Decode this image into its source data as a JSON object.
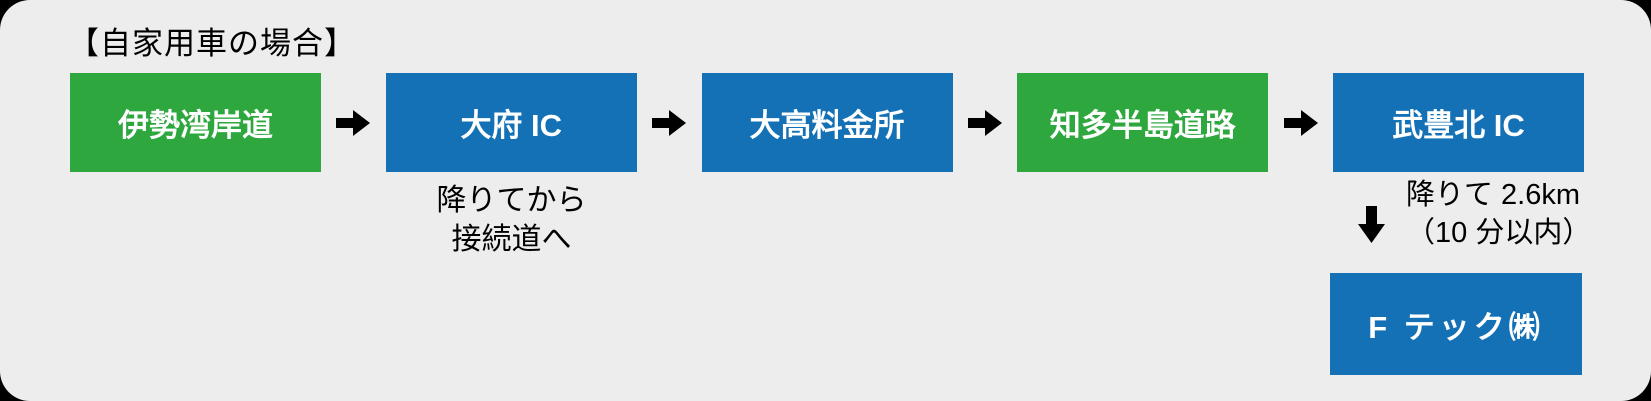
{
  "title": "【自家用車の場合】",
  "steps": [
    {
      "label": "伊勢湾岸道",
      "color": "green"
    },
    {
      "label": "大府 IC",
      "color": "blue",
      "note_lines": [
        "降りてから",
        "接続道へ"
      ]
    },
    {
      "label": "大高料金所",
      "color": "blue"
    },
    {
      "label": "知多半島道路",
      "color": "green"
    },
    {
      "label": "武豊北 IC",
      "color": "blue",
      "note_lines": [
        "降りて 2.6km",
        "（10 分以内）"
      ]
    }
  ],
  "destination": {
    "label": "F テック㈱",
    "color": "blue"
  },
  "icons": {
    "right_arrow": "right-arrow",
    "down_arrow": "down-arrow"
  },
  "colors": {
    "page_bg": "#000000",
    "panel_bg": "#EDEDEE",
    "green": "#2EA73F",
    "blue": "#1471B6",
    "box_text": "#FFFFFF",
    "text": "#000000",
    "arrow": "#000000"
  }
}
